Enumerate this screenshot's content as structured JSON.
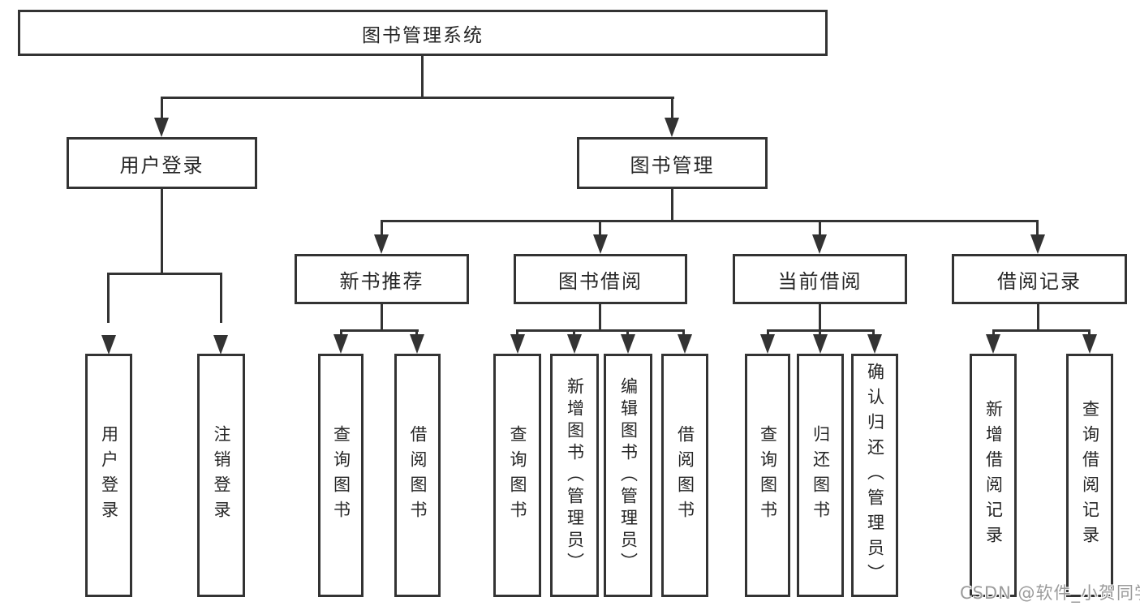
{
  "tree": {
    "label": "图书管理系统",
    "children": [
      {
        "label": "用户登录",
        "children": [
          {
            "label": "用户登录"
          },
          {
            "label": "注销登录"
          }
        ]
      },
      {
        "label": "图书管理",
        "children": [
          {
            "label": "新书推荐",
            "children": [
              {
                "label": "查询图书"
              },
              {
                "label": "借阅图书"
              }
            ]
          },
          {
            "label": "图书借阅",
            "children": [
              {
                "label": "查询图书"
              },
              {
                "label": "新增图书（管理员）"
              },
              {
                "label": "编辑图书（管理员）"
              },
              {
                "label": "借阅图书"
              }
            ]
          },
          {
            "label": "当前借阅",
            "children": [
              {
                "label": "查询图书"
              },
              {
                "label": "归还图书"
              },
              {
                "label": "确认归还（管理员）"
              }
            ]
          },
          {
            "label": "借阅记录",
            "children": [
              {
                "label": "新增借阅记录"
              },
              {
                "label": "查询借阅记录"
              }
            ]
          }
        ]
      }
    ]
  },
  "watermark": {
    "text": "CSDN @软件_小贺同学"
  },
  "colors": {
    "line": "#333333",
    "text": "#262626",
    "watermark": "#9b9b9b",
    "background": "#ffffff"
  }
}
